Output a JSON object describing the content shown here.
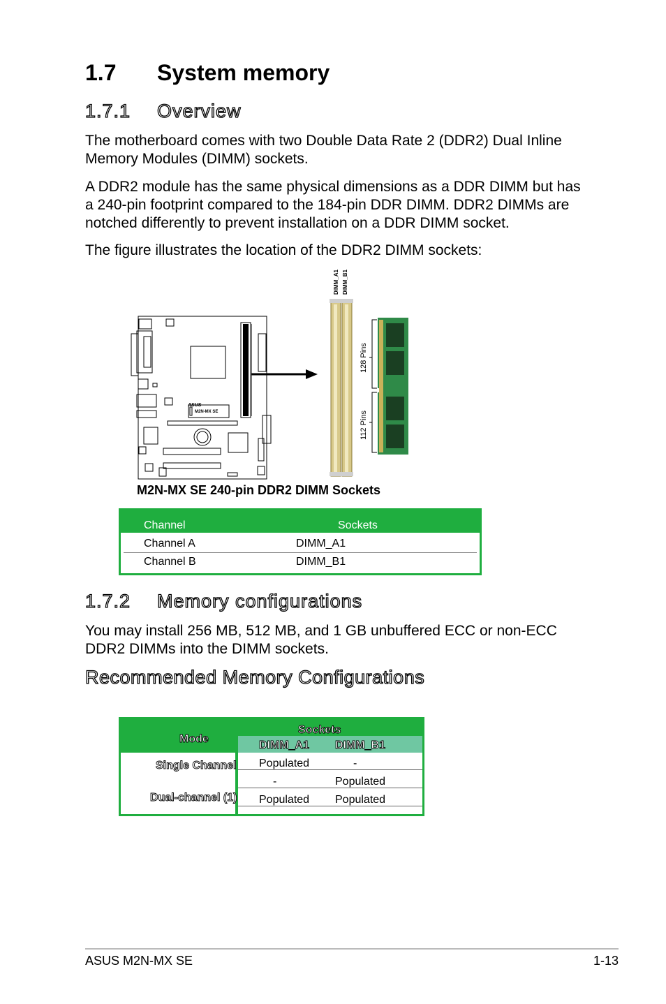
{
  "section": {
    "number": "1.7",
    "title": "System memory"
  },
  "overview": {
    "number": "1.7.1",
    "title": "Overview",
    "para1": "The motherboard comes with two Double Data Rate 2 (DDR2) Dual Inline Memory Modules (DIMM) sockets.",
    "para2": "A DDR2 module has the same physical dimensions as a DDR DIMM but has a 240-pin footprint compared to the 184-pin DDR DIMM. DDR2 DIMMs are notched differently to prevent installation on a DDR DIMM socket.",
    "para3": "The figure illustrates the location of the DDR2 DIMM sockets:"
  },
  "figure": {
    "board_logo": "ASUS",
    "board_label": "M2N-MX SE",
    "socket_a_label": "DIMM_A1",
    "socket_b_label": "DIMM_B1",
    "pins_upper": "128 Pins",
    "pins_lower": "112 Pins",
    "caption": "M2N-MX SE 240-pin DDR2 DIMM Sockets"
  },
  "channel_table": {
    "headers": [
      "Channel",
      "Sockets"
    ],
    "rows": [
      [
        "Channel A",
        "DIMM_A1"
      ],
      [
        "Channel B",
        "DIMM_B1"
      ]
    ]
  },
  "memory_config": {
    "number": "1.7.2",
    "title": "Memory configurations",
    "para": "You may install 256 MB, 512 MB, and 1 GB unbuffered ECC or non-ECC DDR2 DIMMs into the DIMM sockets."
  },
  "recommended": {
    "title": "Recommended Memory Configurations",
    "mode_header": "Mode",
    "sockets_header": "Sockets",
    "col_a": "DIMM_A1",
    "col_b": "DIMM_B1",
    "mode_single": "Single Channel",
    "mode_dual": "Dual-channel (1)",
    "rows": [
      [
        "Populated",
        "-"
      ],
      [
        "-",
        "Populated"
      ],
      [
        "Populated",
        "Populated"
      ]
    ]
  },
  "footer": {
    "left": "ASUS M2N-MX SE",
    "right": "1-13"
  },
  "colors": {
    "accent_green": "#1fae3f",
    "subheader_green": "#6fc7a2"
  }
}
